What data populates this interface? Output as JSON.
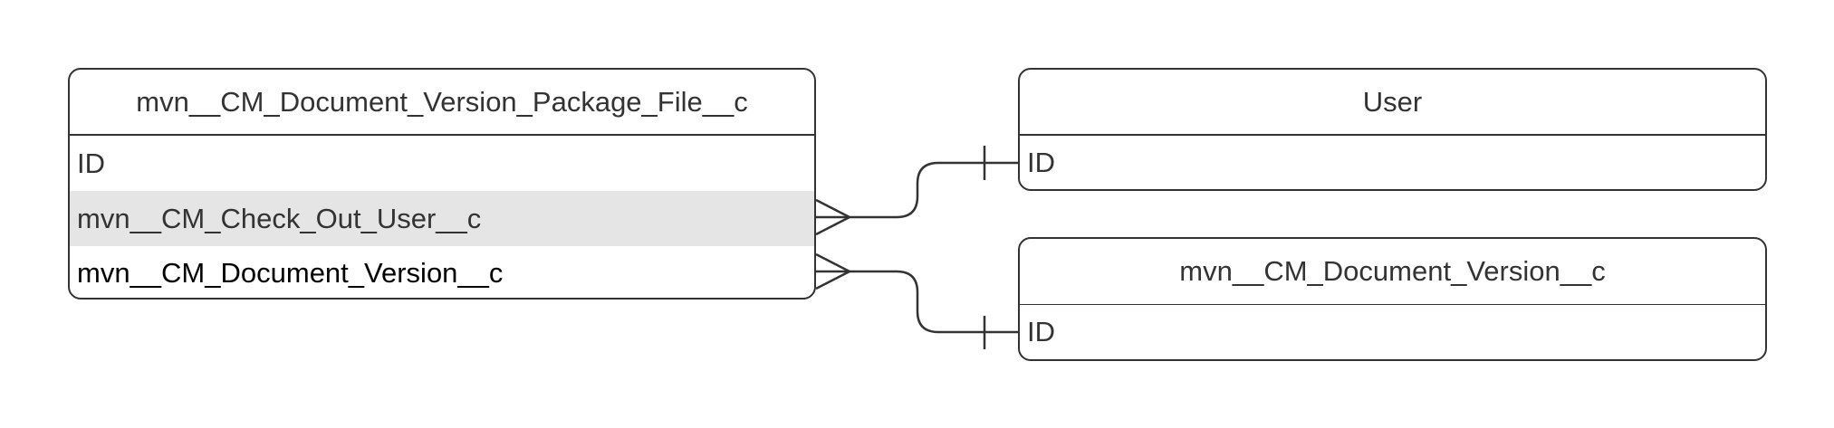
{
  "diagram": {
    "type": "entity-relationship",
    "entities": [
      {
        "id": "pkg",
        "name": "mvn__CM_Document_Version_Package_File__c",
        "fields": [
          {
            "name": "ID",
            "highlighted": false
          },
          {
            "name": "mvn__CM_Check_Out_User__c",
            "highlighted": true
          },
          {
            "name": "mvn__CM_Document_Version__c",
            "highlighted": false
          }
        ]
      },
      {
        "id": "user",
        "name": "User",
        "fields": [
          {
            "name": "ID",
            "highlighted": false
          }
        ]
      },
      {
        "id": "docver",
        "name": "mvn__CM_Document_Version__c",
        "fields": [
          {
            "name": "ID",
            "highlighted": false
          }
        ]
      }
    ],
    "relationships": [
      {
        "from_entity": "mvn__CM_Document_Version_Package_File__c",
        "from_field": "mvn__CM_Check_Out_User__c",
        "from_cardinality": "many",
        "to_entity": "User",
        "to_field": "ID",
        "to_cardinality": "one"
      },
      {
        "from_entity": "mvn__CM_Document_Version_Package_File__c",
        "from_field": "mvn__CM_Document_Version__c",
        "from_cardinality": "many",
        "to_entity": "mvn__CM_Document_Version__c",
        "to_field": "ID",
        "to_cardinality": "one"
      }
    ],
    "colors": {
      "stroke": "#333333",
      "highlight_row": "#e5e5e5",
      "text": "#333333"
    }
  }
}
